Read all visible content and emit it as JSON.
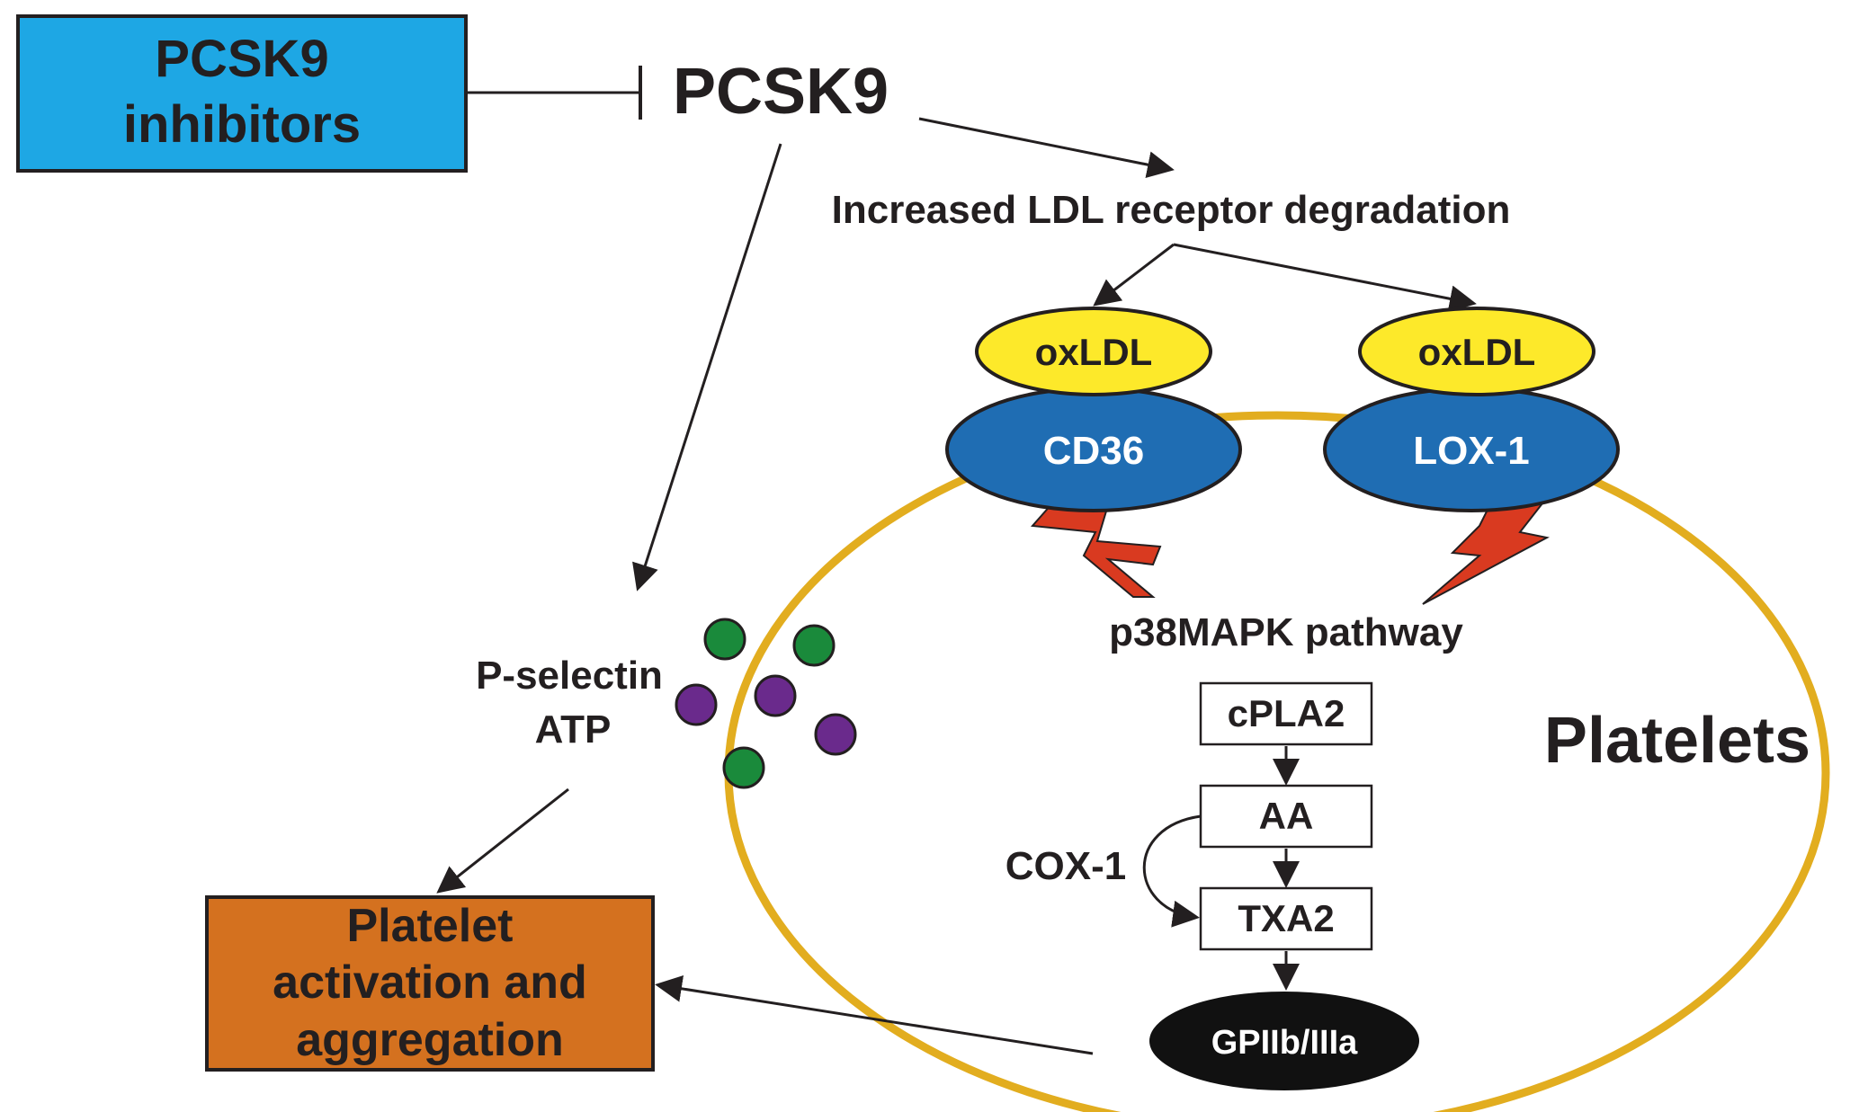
{
  "inhibitor_box": {
    "line1": "PCSK9",
    "line2": "inhibitors"
  },
  "pcsk9_label": "PCSK9",
  "ldl_label": "Increased LDL receptor degradation",
  "oxldl_left": "oxLDL",
  "oxldl_right": "oxLDL",
  "cd36_label": "CD36",
  "lox1_label": "LOX-1",
  "p38_label": "p38MAPK pathway",
  "cpla2_label": "cPLA2",
  "aa_label": "AA",
  "txa2_label": "TXA2",
  "cox1_label": "COX-1",
  "gp_label": "GPIIb/IIIa",
  "platelets_label": "Platelets",
  "pselectin_label": "P-selectin",
  "atp_label": "ATP",
  "activation_box": {
    "line1": "Platelet",
    "line2": "activation and",
    "line3": "aggregation"
  },
  "colors": {
    "inhibitor_fill": "#1ea7e4",
    "activation_fill": "#d4711f",
    "oxldl_fill": "#fde92a",
    "receptor_fill": "#1f6db3",
    "gp_fill": "#111111",
    "membrane": "#e2ad1f",
    "lightning": "#d93a20",
    "dot_green": "#1a8a3b",
    "dot_purple": "#6a2a8c"
  }
}
